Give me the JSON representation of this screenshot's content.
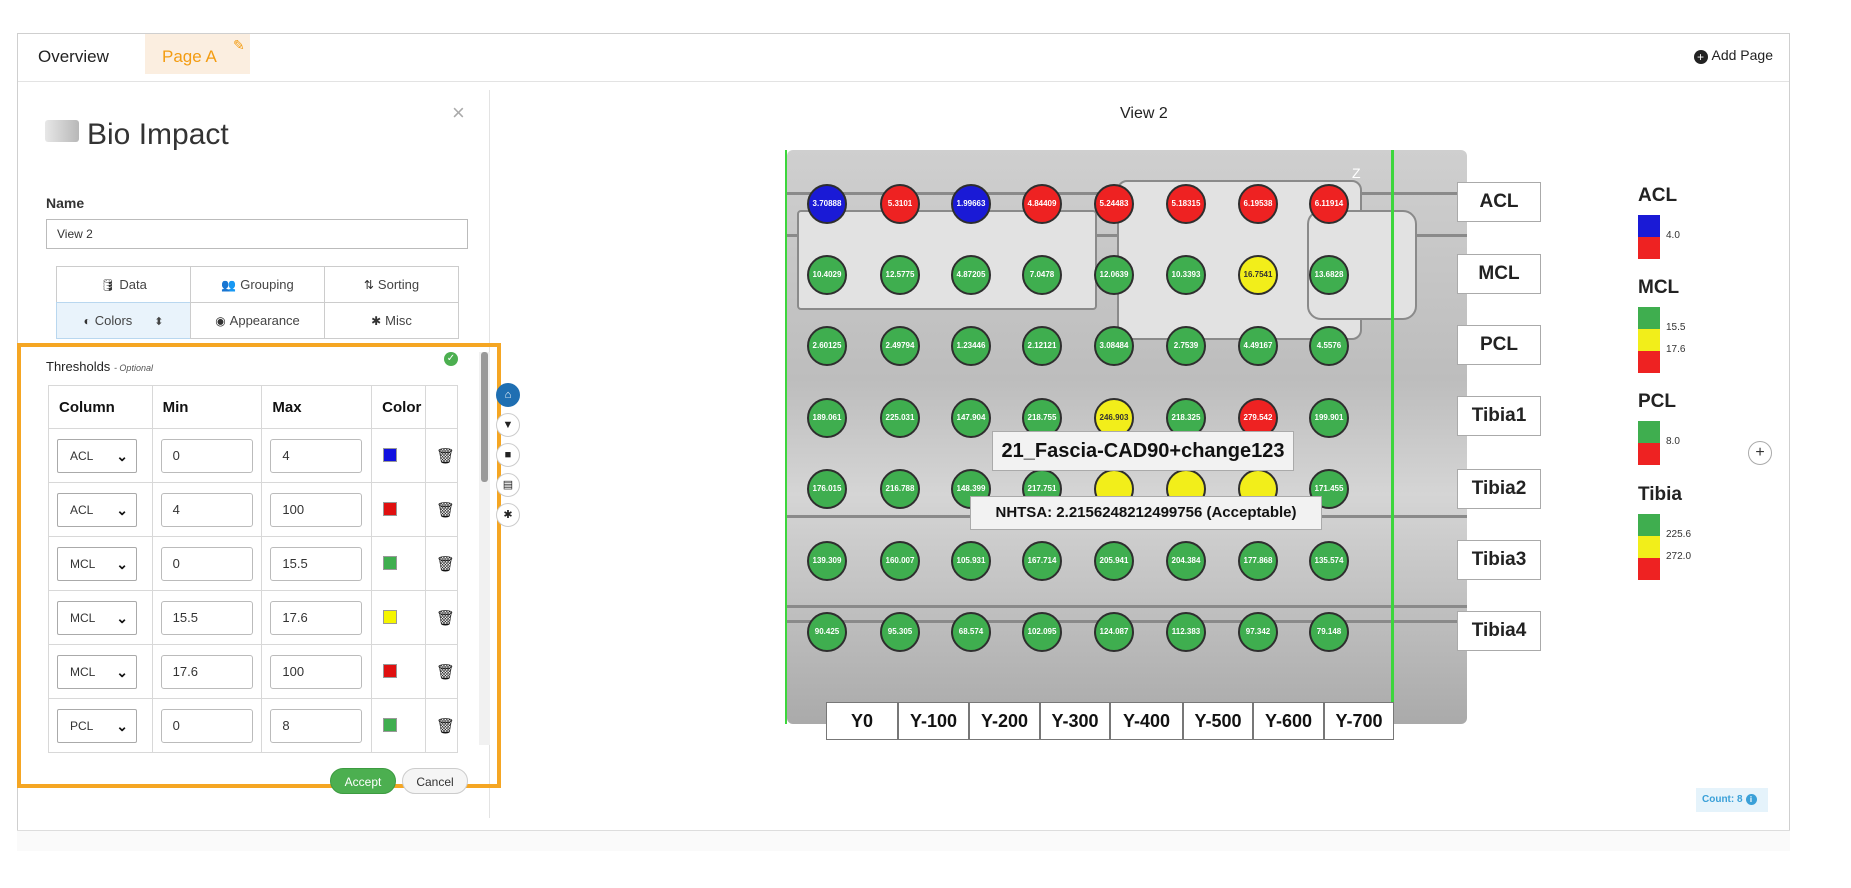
{
  "tabs": {
    "overview": "Overview",
    "page_a": "Page A",
    "add_page": "Add Page"
  },
  "editor": {
    "title": "Bio Impact",
    "name_label": "Name",
    "name_value": "View 2",
    "buttons": {
      "data": "Data",
      "grouping": "Grouping",
      "sorting": "Sorting",
      "colors": "Colors",
      "appearance": "Appearance",
      "misc": "Misc"
    },
    "thresholds": {
      "title": "Thresholds",
      "optional": "- Optional",
      "headers": [
        "Column",
        "Min",
        "Max",
        "Color"
      ],
      "rows": [
        {
          "column": "ACL",
          "min": "0",
          "max": "4",
          "color": "#1010e0"
        },
        {
          "column": "ACL",
          "min": "4",
          "max": "100",
          "color": "#e01010"
        },
        {
          "column": "MCL",
          "min": "0",
          "max": "15.5",
          "color": "#3fae4f"
        },
        {
          "column": "MCL",
          "min": "15.5",
          "max": "17.6",
          "color": "#f5f500"
        },
        {
          "column": "MCL",
          "min": "17.6",
          "max": "100",
          "color": "#e01010"
        },
        {
          "column": "PCL",
          "min": "0",
          "max": "8",
          "color": "#3fae4f"
        }
      ],
      "accept": "Accept",
      "cancel": "Cancel"
    }
  },
  "view": {
    "title": "View 2",
    "z_label": "Z",
    "columns": [
      "Y0",
      "Y-100",
      "Y-200",
      "Y-300",
      "Y-400",
      "Y-500",
      "Y-600",
      "Y-700"
    ],
    "rows": [
      "ACL",
      "MCL",
      "PCL",
      "Tibia1",
      "Tibia2",
      "Tibia3",
      "Tibia4"
    ],
    "grid": [
      [
        {
          "v": "3.70888",
          "c": "blue"
        },
        {
          "v": "5.3101",
          "c": "red"
        },
        {
          "v": "1.99663",
          "c": "blue"
        },
        {
          "v": "4.84409",
          "c": "red"
        },
        {
          "v": "5.24483",
          "c": "red"
        },
        {
          "v": "5.18315",
          "c": "red"
        },
        {
          "v": "6.19538",
          "c": "red"
        },
        {
          "v": "6.11914",
          "c": "red"
        }
      ],
      [
        {
          "v": "10.4029",
          "c": "green"
        },
        {
          "v": "12.5775",
          "c": "green"
        },
        {
          "v": "4.87205",
          "c": "green"
        },
        {
          "v": "7.0478",
          "c": "green"
        },
        {
          "v": "12.0639",
          "c": "green"
        },
        {
          "v": "10.3393",
          "c": "green"
        },
        {
          "v": "16.7541",
          "c": "yellow"
        },
        {
          "v": "13.6828",
          "c": "green"
        }
      ],
      [
        {
          "v": "2.60125",
          "c": "green"
        },
        {
          "v": "2.49794",
          "c": "green"
        },
        {
          "v": "1.23446",
          "c": "green"
        },
        {
          "v": "2.12121",
          "c": "green"
        },
        {
          "v": "3.08484",
          "c": "green"
        },
        {
          "v": "2.7539",
          "c": "green"
        },
        {
          "v": "4.49167",
          "c": "green"
        },
        {
          "v": "4.5576",
          "c": "green"
        }
      ],
      [
        {
          "v": "189.061",
          "c": "green"
        },
        {
          "v": "225.031",
          "c": "green"
        },
        {
          "v": "147.904",
          "c": "green"
        },
        {
          "v": "218.755",
          "c": "green"
        },
        {
          "v": "246.903",
          "c": "yellow"
        },
        {
          "v": "218.325",
          "c": "green"
        },
        {
          "v": "279.542",
          "c": "red"
        },
        {
          "v": "199.901",
          "c": "green"
        }
      ],
      [
        {
          "v": "176.015",
          "c": "green"
        },
        {
          "v": "216.788",
          "c": "green"
        },
        {
          "v": "148.399",
          "c": "green"
        },
        {
          "v": "217.751",
          "c": "green"
        },
        {
          "v": "",
          "c": "yellow"
        },
        {
          "v": "",
          "c": "yellow"
        },
        {
          "v": "",
          "c": "yellow"
        },
        {
          "v": "171.455",
          "c": "green"
        }
      ],
      [
        {
          "v": "139.309",
          "c": "green"
        },
        {
          "v": "160.007",
          "c": "green"
        },
        {
          "v": "105.931",
          "c": "green"
        },
        {
          "v": "167.714",
          "c": "green"
        },
        {
          "v": "205.941",
          "c": "green"
        },
        {
          "v": "204.384",
          "c": "green"
        },
        {
          "v": "177.868",
          "c": "green"
        },
        {
          "v": "135.574",
          "c": "green"
        }
      ],
      [
        {
          "v": "90.425",
          "c": "green"
        },
        {
          "v": "95.305",
          "c": "green"
        },
        {
          "v": "68.574",
          "c": "green"
        },
        {
          "v": "102.095",
          "c": "green"
        },
        {
          "v": "124.087",
          "c": "green"
        },
        {
          "v": "112.383",
          "c": "green"
        },
        {
          "v": "97.342",
          "c": "green"
        },
        {
          "v": "79.148",
          "c": "green"
        }
      ]
    ],
    "tooltip_title": "21_Fascia-CAD90+change123",
    "tooltip_detail": "NHTSA: 2.2156248212499756 (Acceptable)"
  },
  "colors": {
    "blue": "#1a1ad6",
    "red": "#ee2222",
    "green": "#3fae4f",
    "yellow": "#f2ee1a"
  },
  "legend": [
    {
      "title": "ACL",
      "bands": [
        "blue",
        "red"
      ],
      "values": [
        "4.0"
      ]
    },
    {
      "title": "MCL",
      "bands": [
        "green",
        "yellow",
        "red"
      ],
      "values": [
        "15.5",
        "17.6"
      ]
    },
    {
      "title": "PCL",
      "bands": [
        "green",
        "red"
      ],
      "values": [
        "8.0"
      ]
    },
    {
      "title": "Tibia",
      "bands": [
        "green",
        "yellow",
        "red"
      ],
      "values": [
        "225.6",
        "272.0"
      ]
    }
  ],
  "count_badge": "Count: 8",
  "icons": [
    "edit-icon",
    "plus-circle-icon",
    "database-icon",
    "users-icon",
    "sort-icon",
    "palette-icon",
    "eye-icon",
    "gear-icon",
    "trash-icon",
    "home-icon",
    "filter-icon",
    "stop-icon",
    "file-icon",
    "check-icon",
    "close-icon",
    "info-icon"
  ]
}
